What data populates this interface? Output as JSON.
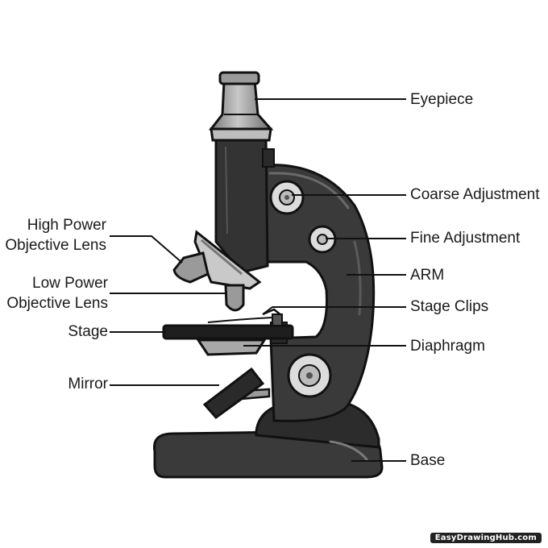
{
  "diagram": {
    "labels": {
      "eyepiece": "Eyepiece",
      "coarse_adjustment": "Coarse Adjustment",
      "fine_adjustment": "Fine Adjustment",
      "arm": "ARM",
      "stage_clips": "Stage Clips",
      "diaphragm": "Diaphragm",
      "base": "Base",
      "high_power_line1": "High Power",
      "high_power_line2": "Objective Lens",
      "low_power_line1": "Low Power",
      "low_power_line2": "Objective Lens",
      "stage": "Stage",
      "mirror": "Mirror"
    },
    "watermark": "EasyDrawingHub.com",
    "colors": {
      "body_dark": "#3a3a3a",
      "body_black": "#1e1e1e",
      "metal_light": "#d9d9d9",
      "metal_mid": "#9a9a9a",
      "outline": "#111111"
    }
  }
}
